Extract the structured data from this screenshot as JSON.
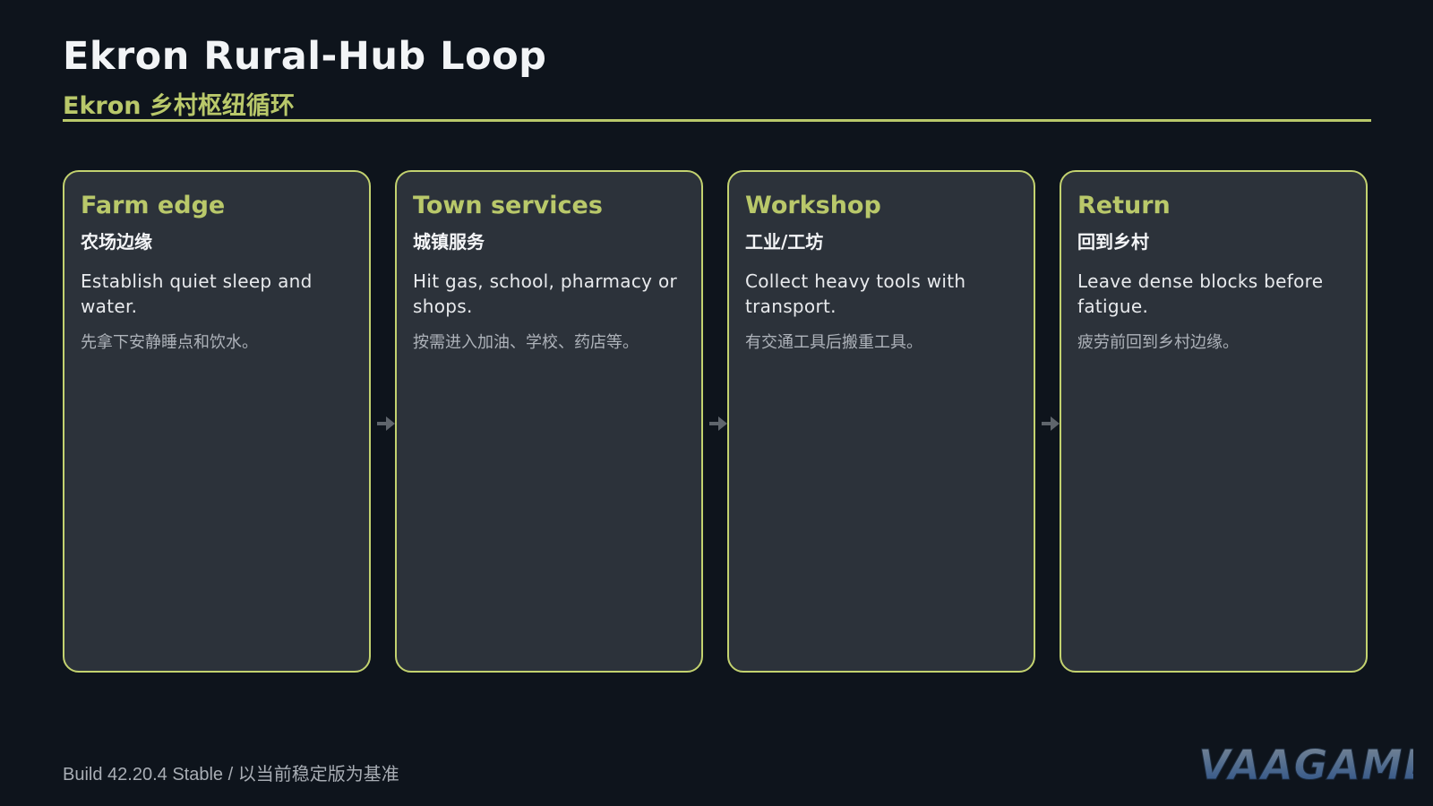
{
  "header": {
    "title": "Ekron Rural-Hub Loop",
    "subtitle": "Ekron 乡村枢纽循环"
  },
  "cards": [
    {
      "title": "Farm edge",
      "title_zh": "农场边缘",
      "desc": "Establish quiet sleep and water.",
      "desc_zh": "先拿下安静睡点和饮水。"
    },
    {
      "title": "Town services",
      "title_zh": "城镇服务",
      "desc": "Hit gas, school, pharmacy or shops.",
      "desc_zh": "按需进入加油、学校、药店等。"
    },
    {
      "title": "Workshop",
      "title_zh": "工业/工坊",
      "desc": "Collect heavy tools with transport.",
      "desc_zh": "有交通工具后搬重工具。"
    },
    {
      "title": "Return",
      "title_zh": "回到乡村",
      "desc": "Leave dense blocks before fatigue.",
      "desc_zh": "疲劳前回到乡村边缘。"
    }
  ],
  "footer": {
    "build": "Build 42.20.4 Stable / 以当前稳定版为基准"
  },
  "logo": {
    "text": "VAAGAME"
  },
  "colors": {
    "background": "#0e141c",
    "accent": "#b9c86a",
    "card_bg": "#2c323a",
    "card_border": "#c3d26f",
    "arrow": "#5f656c"
  }
}
